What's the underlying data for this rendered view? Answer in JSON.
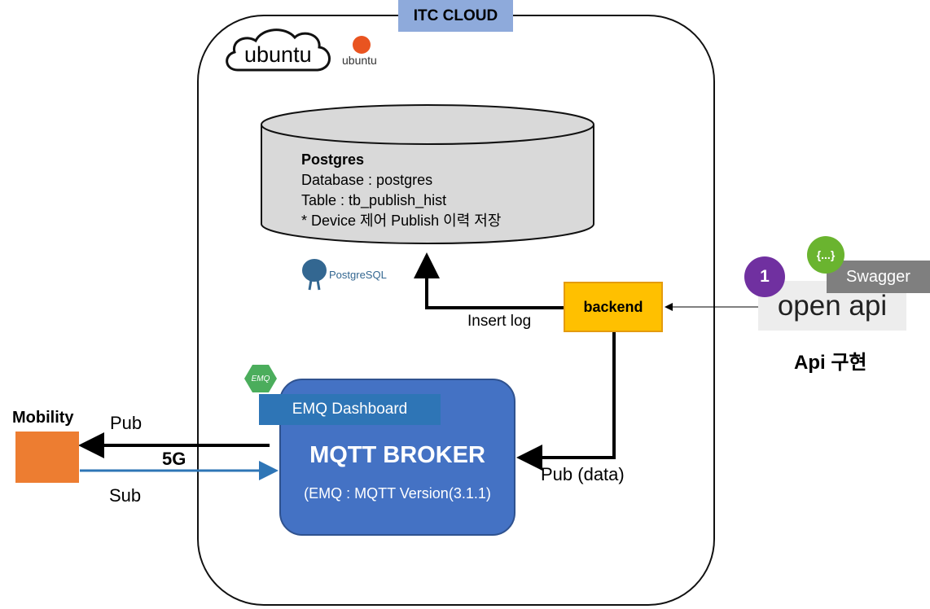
{
  "cloud": {
    "title": "ITC CLOUD"
  },
  "ubuntu": {
    "cloud_label": "ubuntu",
    "logo_label": "ubuntu"
  },
  "database": {
    "title": "Postgres",
    "line1": "Database : postgres",
    "line2": "Table : tb_publish_hist",
    "line3": "* Device 제어 Publish 이력 저장",
    "logo_label": "PostgreSQL"
  },
  "backend": {
    "label": "backend",
    "insert_log": "Insert log",
    "pub_data": "Pub (data)"
  },
  "broker": {
    "title": "MQTT BROKER",
    "subtitle": "(EMQ : MQTT Version(3.1.1)",
    "dashboard": "EMQ Dashboard",
    "logo_label": "EMQ"
  },
  "mobility": {
    "label": "Mobility",
    "pub": "Pub",
    "sub": "Sub",
    "link": "5G"
  },
  "api": {
    "openapi": "open api",
    "swagger": "Swagger",
    "badge": "1",
    "swagger_icon": "{...}",
    "impl": "Api 구현"
  },
  "colors": {
    "itc_label": "#8eaadb",
    "backend": "#ffc000",
    "broker": "#4472c4",
    "dashboard": "#2e75b6",
    "mobility": "#ed7d31",
    "badge": "#7030a0",
    "swagger": "#7f7f7f",
    "sub_arrow": "#2e75b6",
    "db_fill": "#d9d9d9"
  }
}
